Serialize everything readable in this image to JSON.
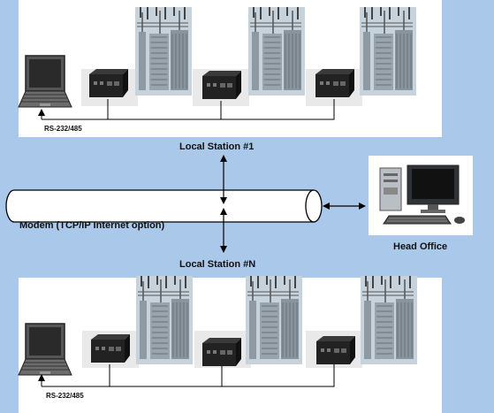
{
  "labels": {
    "local_station_1": "Local Station #1",
    "local_station_n": "Local Station #N",
    "modem": "Modem (TCP/IP Internet option)",
    "head_office": "Head Office",
    "rs_top": "RS-232/485",
    "rs_bottom": "RS-232/485"
  },
  "colors": {
    "background": "#a9c8ea",
    "panel": "#ffffff",
    "line": "#000000"
  },
  "icons": [
    "laptop-icon",
    "modem-device-icon",
    "transformer-icon",
    "desktop-computer-icon"
  ]
}
